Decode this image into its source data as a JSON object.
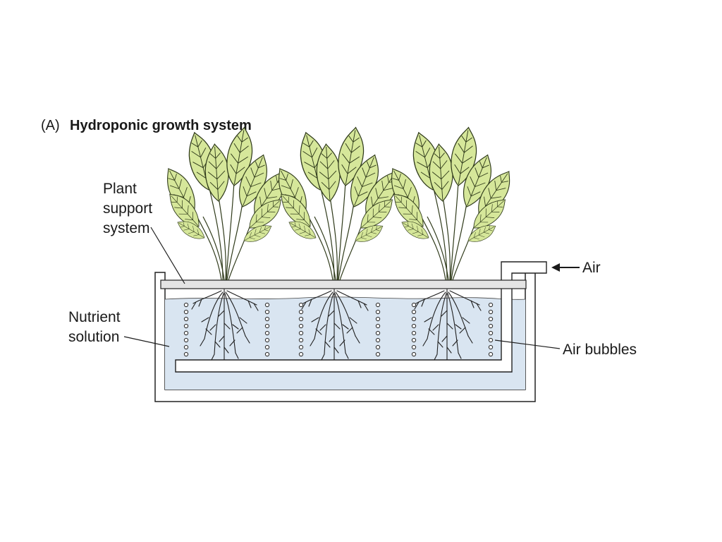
{
  "figure": {
    "panel_letter": "(A)",
    "title": "Hydroponic growth system"
  },
  "labels": {
    "plant_support": [
      "Plant",
      "support",
      "system"
    ],
    "nutrient_solution": [
      "Nutrient",
      "solution"
    ],
    "air": "Air",
    "air_bubbles": "Air bubbles"
  },
  "plants": [
    {
      "name": "plant-1"
    },
    {
      "name": "plant-2"
    },
    {
      "name": "plant-3"
    }
  ],
  "bubble_columns": 6,
  "colors": {
    "solution": "#d9e5f1",
    "tank_outline": "#222222",
    "leaf_fill": "#d6e79a",
    "support_bar": "#e4e4e4"
  }
}
